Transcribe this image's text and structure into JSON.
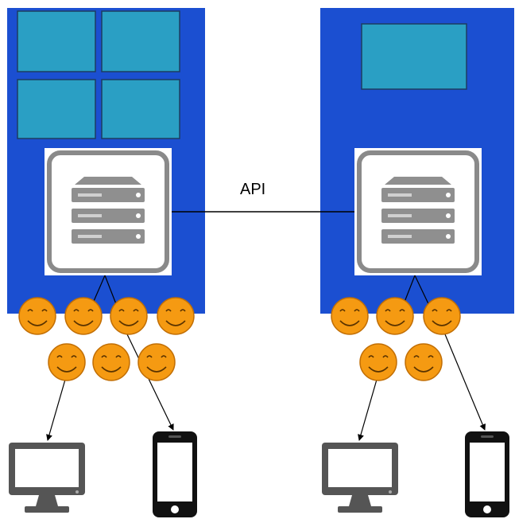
{
  "connection": {
    "label": "API"
  },
  "colors": {
    "system_bg": "#1b4fd1",
    "panel": "#2a9fc4",
    "panel_border": "#1c3d61",
    "server_card": "#ffffff",
    "server_frame": "#8a8a8a",
    "server_unit": "#8f8f8f",
    "user_face": "#f59a12",
    "user_outline": "#c26f05",
    "device": "#555555",
    "line": "#000000"
  },
  "systems": [
    {
      "id": "left-system",
      "panels": 4,
      "server_icon": "server-rack-icon",
      "users": 7,
      "devices": [
        "desktop-monitor-icon",
        "smartphone-icon"
      ]
    },
    {
      "id": "right-system",
      "panels": 1,
      "server_icon": "server-rack-icon",
      "users": 5,
      "devices": [
        "desktop-monitor-icon",
        "smartphone-icon"
      ]
    }
  ]
}
